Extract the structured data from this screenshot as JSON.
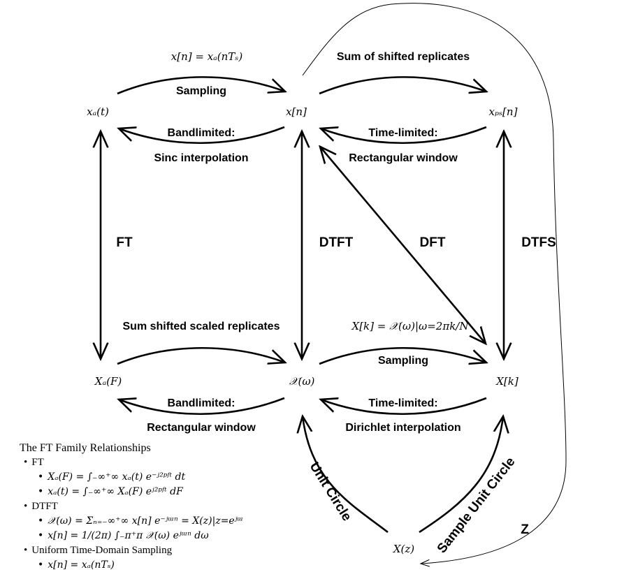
{
  "nodes": {
    "xa_t": "xₐ(t)",
    "x_n": "x[n]",
    "xps_n": "xₚₛ[n]",
    "Xa_F": "Xₐ(F)",
    "X_omega": "𝒳(ω)",
    "X_k": "X[k]",
    "X_z": "X(z)"
  },
  "edges": {
    "sampling_top": "Sampling",
    "sampling_top_eq": "x[n] = xₐ(nTₛ)",
    "sum_shifted_replicates": "Sum of shifted replicates",
    "bandlimited_top": "Bandlimited:",
    "sinc_interpolation": "Sinc interpolation",
    "timelimited_top": "Time-limited:",
    "rect_window_top": "Rectangular window",
    "ft": "FT",
    "dtft": "DTFT",
    "dft": "DFT",
    "dtfs": "DTFS",
    "sum_scaled_replicates": "Sum shifted scaled replicates",
    "dft_eq": "X[k] = 𝒳(ω)|ω=2πk/N",
    "sampling_bottom": "Sampling",
    "bandlimited_bottom": "Bandlimited:",
    "rect_window_bottom": "Rectangular window",
    "timelimited_bottom": "Time-limited:",
    "dirichlet_interpolation": "Dirichlet interpolation",
    "unit_circle": "Unit Circle",
    "sample_unit_circle": "Sample Unit Circle",
    "z": "Z"
  },
  "legend": {
    "title": "The FT Family Relationships",
    "sections": [
      {
        "label": "FT",
        "items": [
          "Xₐ(F) = ∫₋∞⁺∞ xₐ(t) e⁻ʲ²ᵖᶠᵗ dt",
          "xₐ(t) = ∫₋∞⁺∞ Xₐ(F) eʲ²ᵖᶠᵗ dF"
        ]
      },
      {
        "label": "DTFT",
        "items": [
          "𝒳(ω) = Σₙ₌₋∞⁺∞ x[n] e⁻ʲᵚⁿ = X(z)|z=eʲᵚ",
          "x[n] = 1/(2π) ∫₋π⁺π 𝒳(ω) eʲᵚⁿ dω"
        ]
      },
      {
        "label": "Uniform Time-Domain Sampling",
        "items": [
          "x[n] = xₐ(nTₛ)"
        ]
      }
    ]
  }
}
